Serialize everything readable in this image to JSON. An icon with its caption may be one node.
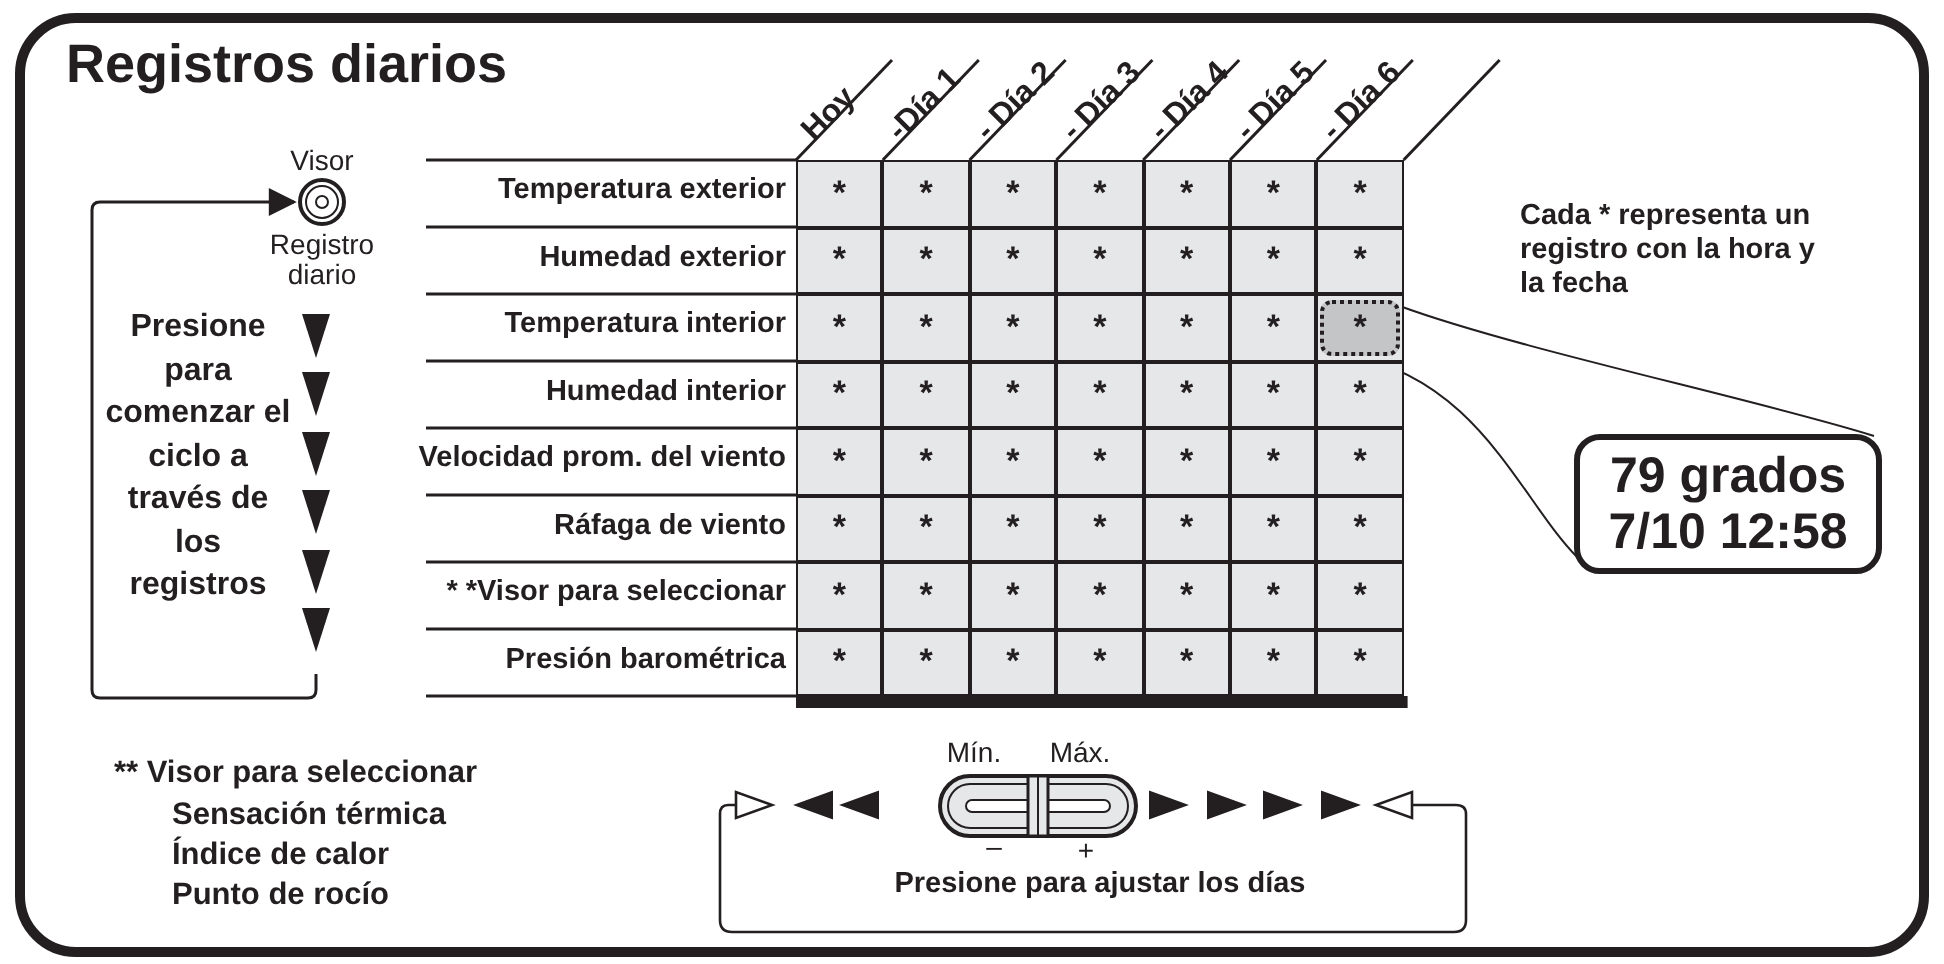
{
  "diagram": {
    "title": "Registros diarios",
    "nodes": [
      {
        "text": [],
        "shape": "circle",
        "beside": [
          "Visor",
          "Registro diario"
        ]
      },
      {
        "text": [
          "*"
        ]
      },
      {
        "text": [
          "79 grados 7/10 12:58"
        ]
      },
      {
        "text": [],
        "shape": "button",
        "beside": [
          "Mín.",
          "Máx.",
          "–",
          "+"
        ]
      }
    ],
    "edges": [
      {
        "from": null,
        "to": 0,
        "arrow": "to"
      },
      {
        "from": 1,
        "to": 2,
        "arrow": "none"
      },
      {
        "from": 1,
        "to": 2,
        "arrow": "none"
      }
    ],
    "labels": [
      "Hoy",
      "-Día 1",
      "- Día 2",
      "- Día 3",
      "- Día 4",
      "- Día 5",
      "- Día 6",
      "Temperatura exterior",
      "*",
      "*",
      "*",
      "*",
      "*",
      "*",
      "*",
      "Humedad exterior",
      "*",
      "*",
      "*",
      "*",
      "*",
      "*",
      "*",
      "Temperatura interior",
      "*",
      "*",
      "*",
      "*",
      "*",
      "*",
      "Humedad interior",
      "*",
      "*",
      "*",
      "*",
      "*",
      "*",
      "*",
      "Velocidad prom. del viento",
      "*",
      "*",
      "*",
      "*",
      "*",
      "*",
      "*",
      "Ráfaga de viento",
      "*",
      "*",
      "*",
      "*",
      "*",
      "*",
      "*",
      "* *Visor para seleccionar",
      "*",
      "*",
      "*",
      "*",
      "*",
      "*",
      "*",
      "Presión barométrica",
      "*",
      "*",
      "*",
      "*",
      "*",
      "*",
      "*",
      "Cada * representa un registro con la hora y la fecha",
      "Presione para comenzar el ciclo a través de los registros",
      "** Visor para seleccionar",
      "Sensación térmica",
      "Índice de calor",
      "Punto de rocío",
      "Presione para ajustar los días"
    ]
  }
}
